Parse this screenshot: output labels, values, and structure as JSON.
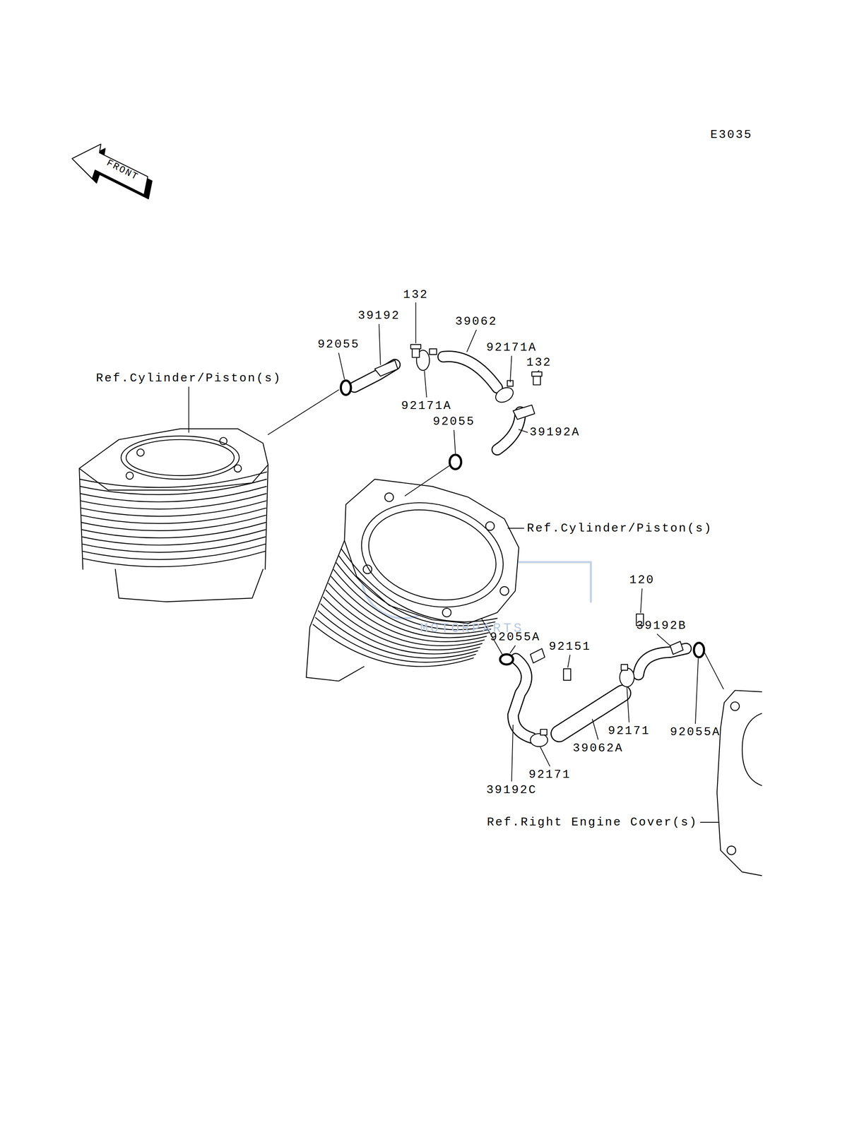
{
  "diagram": {
    "labels": [
      "E3035",
      "FRONT",
      "132",
      "39192",
      "39062",
      "92055",
      "92171A",
      "132",
      "Ref.Cylinder/Piston(s)",
      "92171A",
      "92055",
      "39192A",
      "Ref.Cylinder/Piston(s)",
      "120",
      "39192B",
      "92055A",
      "92151",
      "92171",
      "92055A",
      "39062A",
      "92171",
      "39192C",
      "Ref.Right Engine Cover(s)",
      "MOTORPARTS"
    ]
  }
}
